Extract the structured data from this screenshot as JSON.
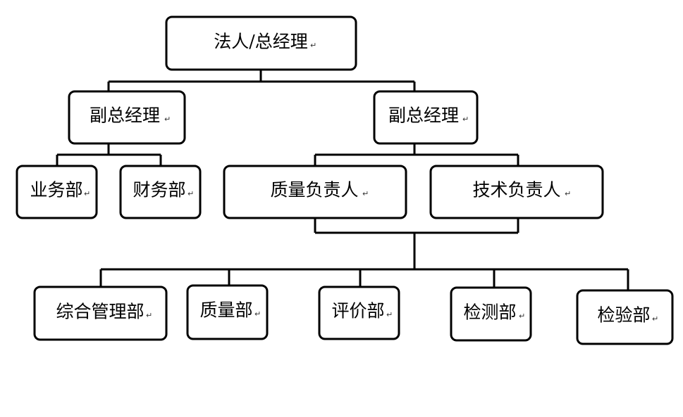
{
  "org_chart": {
    "top": "法人/总经理",
    "vp_left": "副总经理",
    "vp_right": "副总经理",
    "dept_business": "业务部",
    "dept_finance": "财务部",
    "head_quality": "质量负责人",
    "head_tech": "技术负责人",
    "dept_general": "综合管理部",
    "dept_quality": "质量部",
    "dept_evaluation": "评价部",
    "dept_testing": "检测部",
    "dept_inspection": "检验部",
    "para_mark": "↵"
  }
}
